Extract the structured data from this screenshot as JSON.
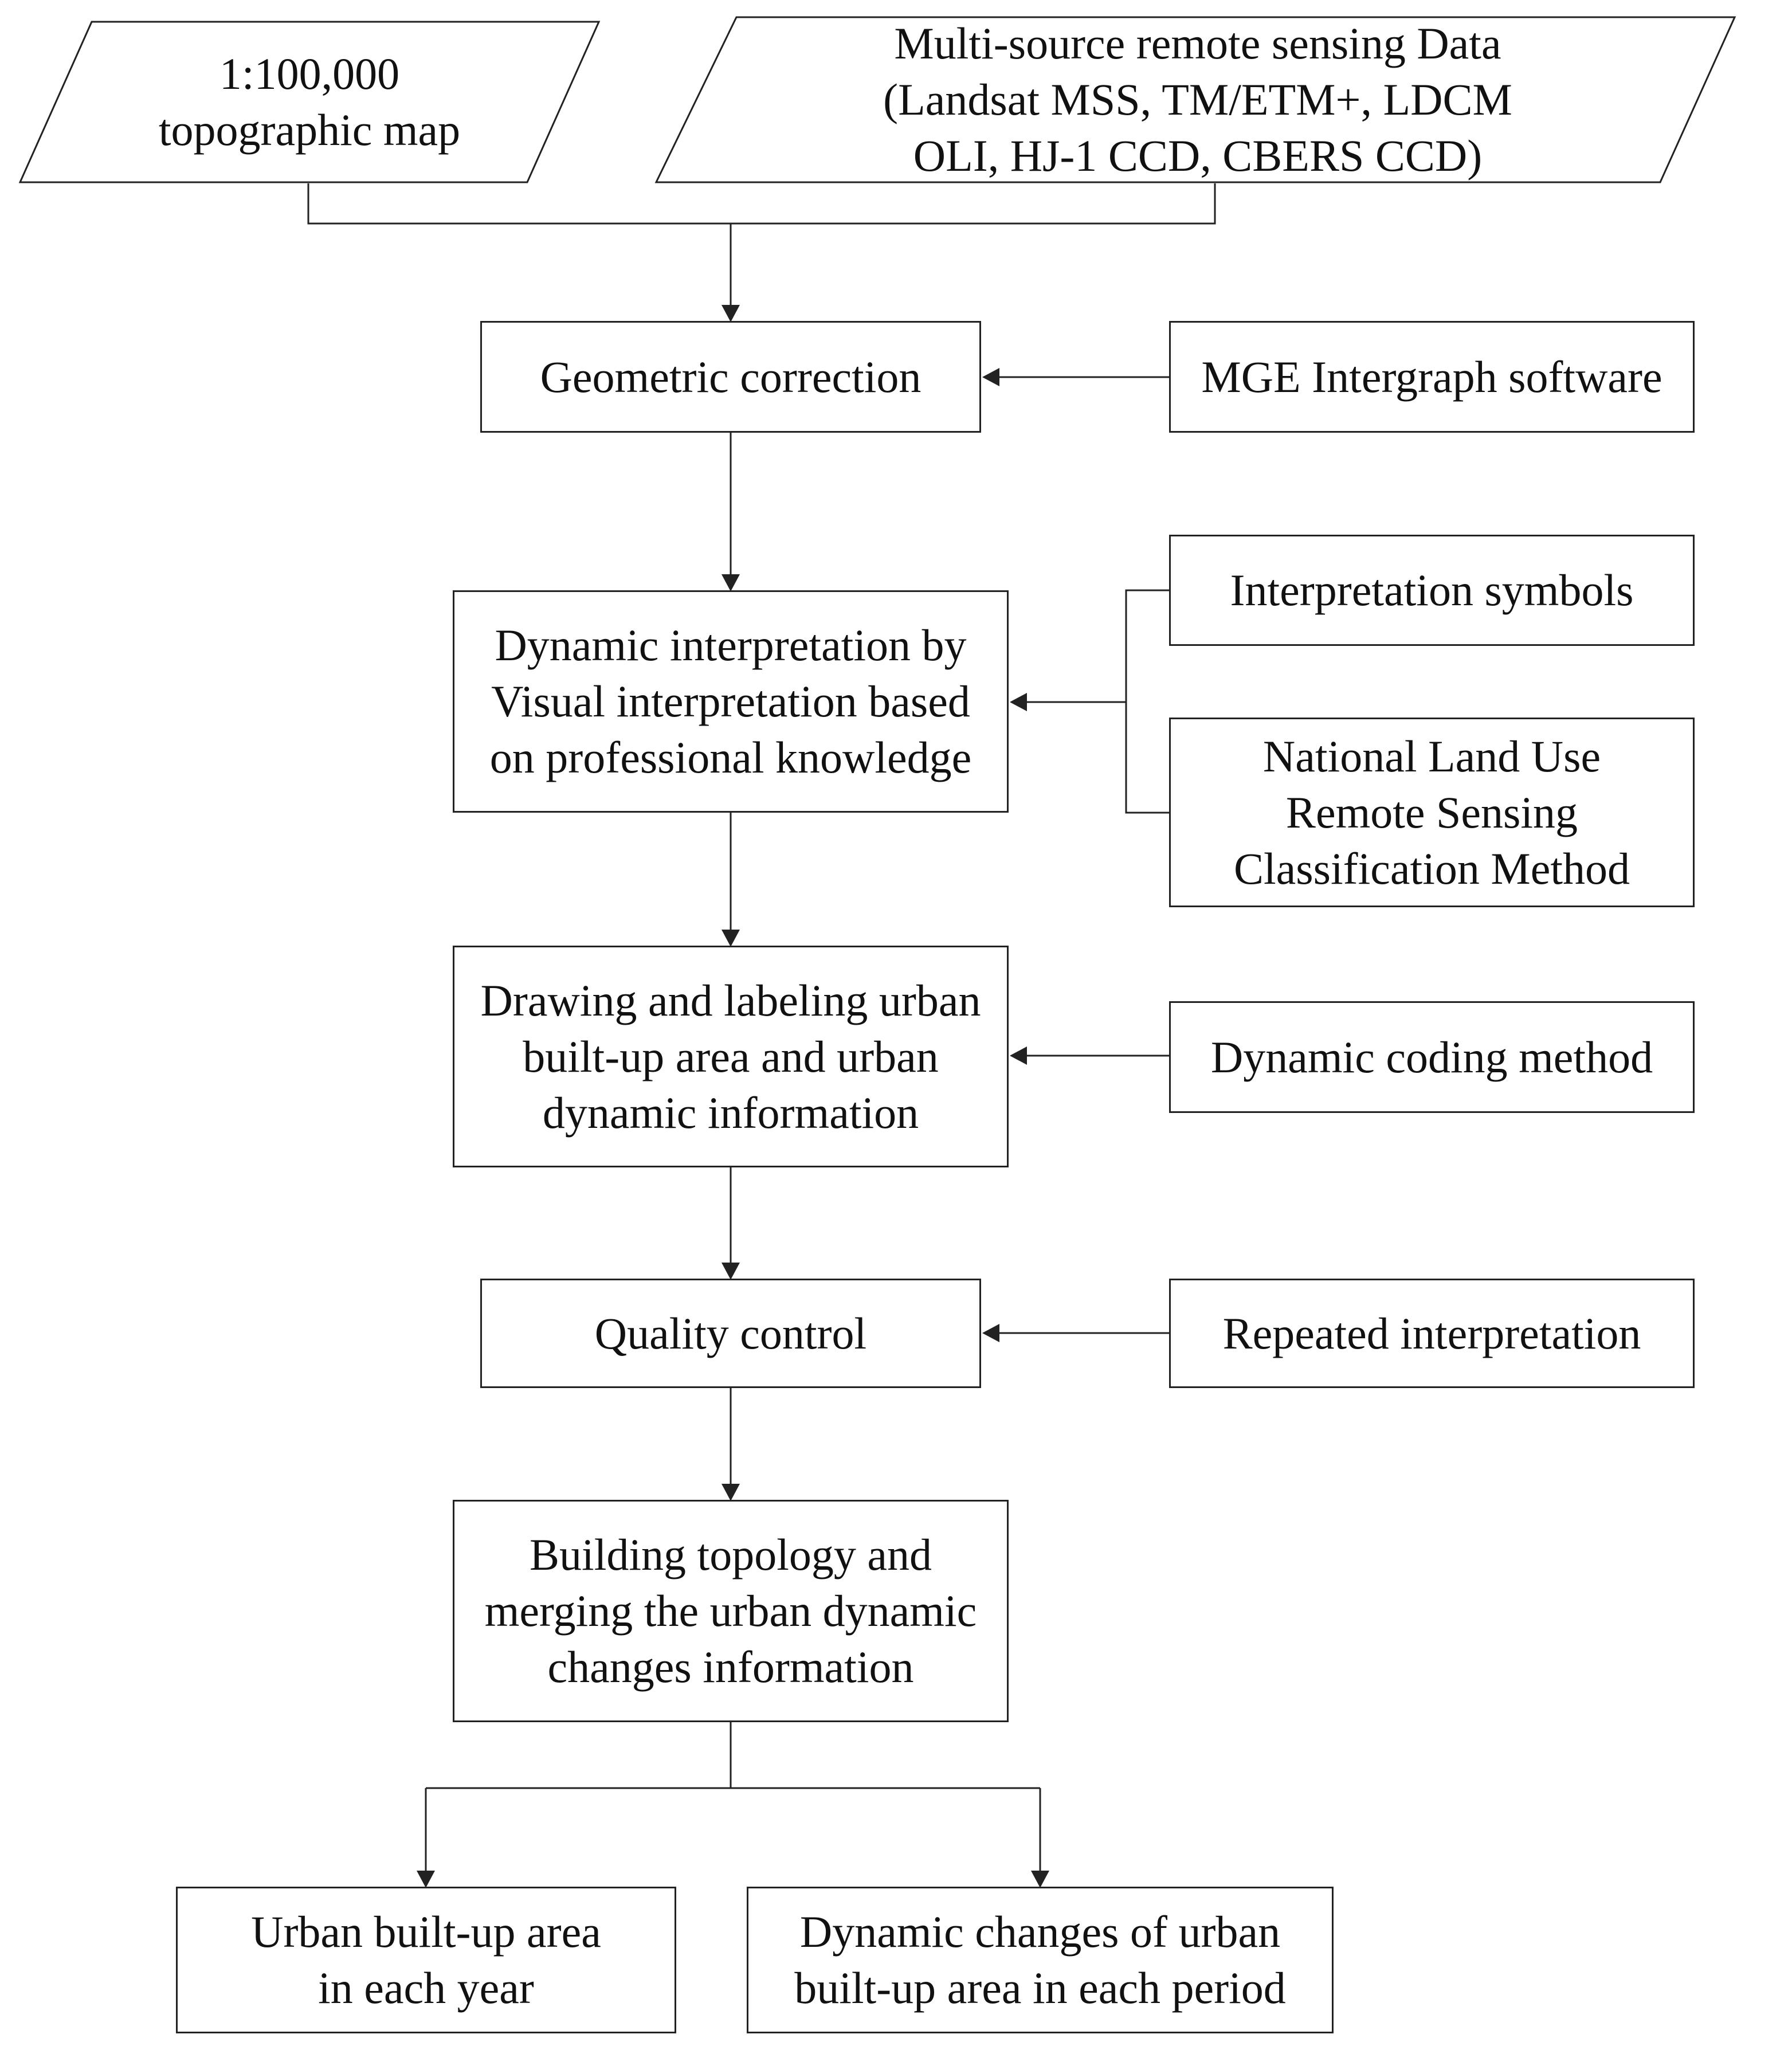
{
  "inputs": {
    "topo_map": "1:100,000\ntopographic map",
    "remote_sensing": "Multi-source remote sensing Data\n(Landsat MSS, TM/ETM+, LDCM\nOLI, HJ-1 CCD, CBERS CCD)"
  },
  "steps": {
    "geometric_correction": "Geometric correction",
    "dynamic_interpretation": "Dynamic interpretation by\nVisual interpretation based\non professional knowledge",
    "drawing_labeling": "Drawing and labeling urban\nbuilt-up area and  urban\ndynamic information",
    "quality_control": "Quality control",
    "building_topology": "Building topology and\nmerging the urban dynamic\nchanges information"
  },
  "supports": {
    "mge_software": "MGE Intergraph software",
    "interpretation_symbols": "Interpretation symbols",
    "national_land_use": "National Land Use\nRemote Sensing\nClassification Method",
    "dynamic_coding": "Dynamic coding method",
    "repeated_interpretation": "Repeated interpretation"
  },
  "outputs": {
    "urban_area_year": "Urban built-up area\nin each year",
    "dynamic_changes_period": "Dynamic changes of urban\nbuilt-up area in each period"
  },
  "colors": {
    "line": "#222222",
    "background": "#ffffff",
    "text": "#111111"
  }
}
